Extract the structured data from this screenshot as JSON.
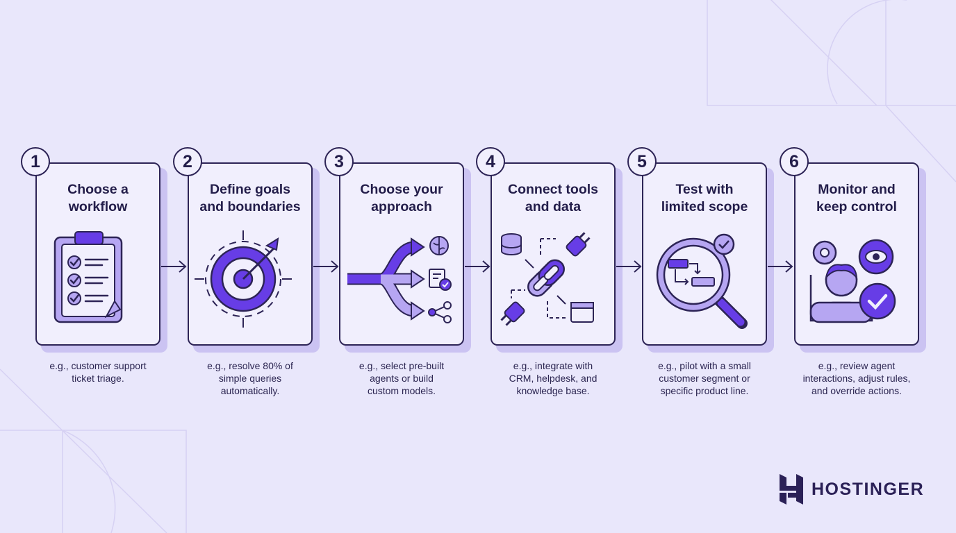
{
  "steps": [
    {
      "number": "1",
      "title_lines": [
        "Choose a",
        "workflow"
      ],
      "desc_lines": [
        "e.g., customer support",
        "ticket triage."
      ]
    },
    {
      "number": "2",
      "title_lines": [
        "Define goals",
        "and boundaries"
      ],
      "desc_lines": [
        "e.g., resolve 80% of",
        "simple queries",
        "automatically."
      ]
    },
    {
      "number": "3",
      "title_lines": [
        "Choose your",
        "approach"
      ],
      "desc_lines": [
        "e.g., select pre-built",
        "agents or build",
        "custom models."
      ]
    },
    {
      "number": "4",
      "title_lines": [
        "Connect tools",
        "and data"
      ],
      "desc_lines": [
        "e.g., integrate with",
        "CRM, helpdesk, and",
        "knowledge base."
      ]
    },
    {
      "number": "5",
      "title_lines": [
        "Test with",
        "limited scope"
      ],
      "desc_lines": [
        "e.g., pilot with a small",
        "customer segment or",
        "specific product line."
      ]
    },
    {
      "number": "6",
      "title_lines": [
        "Monitor and",
        "keep control"
      ],
      "desc_lines": [
        "e.g., review agent",
        "interactions, adjust rules,",
        "and override actions."
      ]
    }
  ],
  "brand": {
    "name": "HOSTINGER"
  },
  "icons": [
    "clipboard-checklist-icon",
    "target-dart-icon",
    "branching-arrows-icon",
    "chain-plug-icon",
    "magnifier-flow-icon",
    "gear-eye-person-check-icon"
  ],
  "colors": {
    "background": "#e9e7fb",
    "card": "#f1effd",
    "outline": "#2d2456",
    "accent": "#673de6",
    "accent_light": "#b6a6f2",
    "shadow": "#cbc3f2"
  }
}
